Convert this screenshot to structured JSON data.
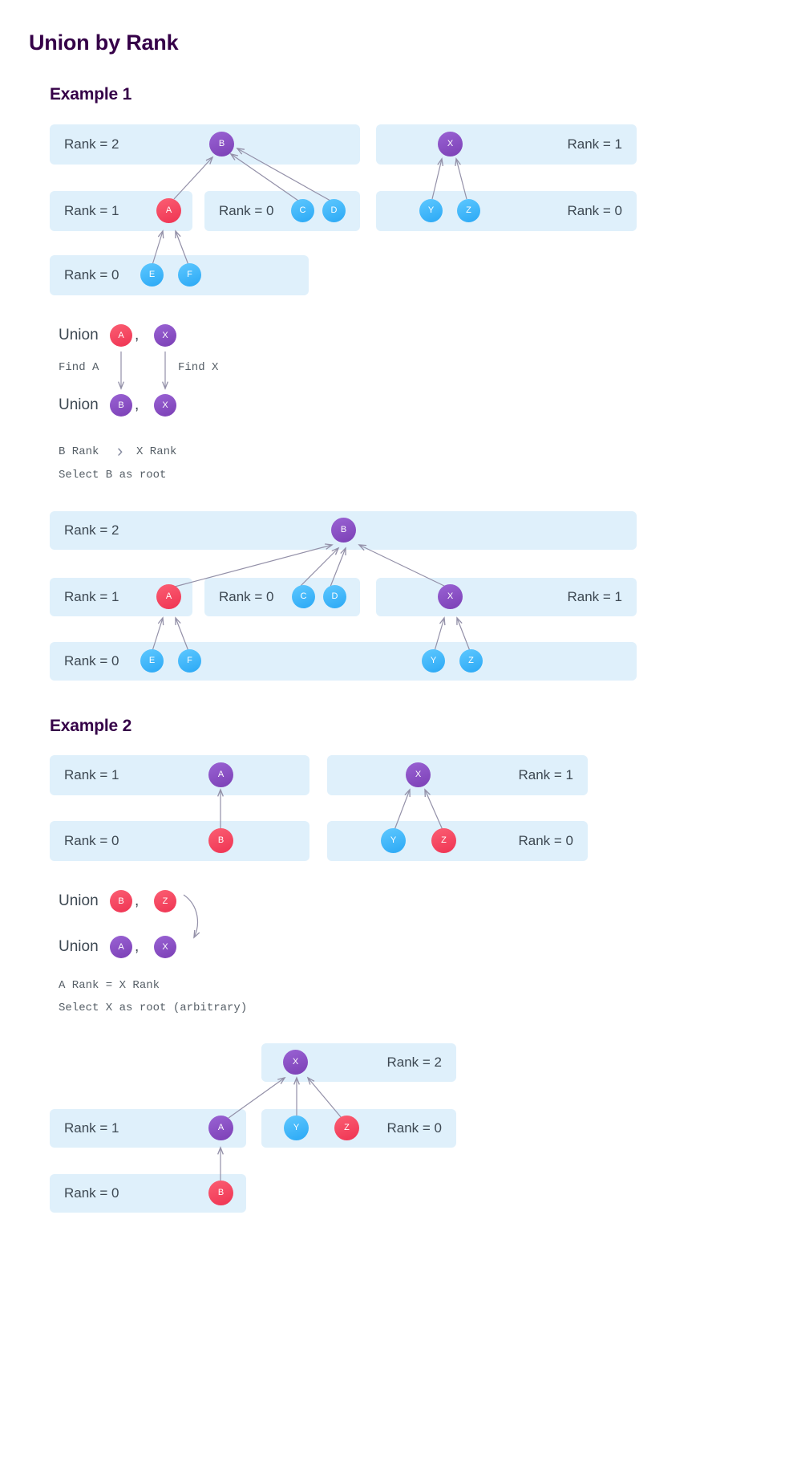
{
  "title": "Union by Rank",
  "colors": {
    "heading": "#350048",
    "strip_bg": "#dff0fb",
    "label_text": "#3d4852",
    "mono_text": "#555e66",
    "arrow": "#9390a8",
    "node_purple": "#7b3fb5",
    "node_blue": "#2aa8f5",
    "node_red": "#ef3352"
  },
  "example1": {
    "heading": "Example 1",
    "tree_left": {
      "strips": [
        {
          "label": "Rank = 2",
          "align": "left"
        },
        {
          "label": "Rank = 1",
          "align": "left"
        },
        {
          "label": "Rank = 0",
          "align": "left"
        },
        {
          "label": "Rank = 0",
          "align": "left"
        }
      ],
      "nodes": [
        {
          "id": "B",
          "color": "purple"
        },
        {
          "id": "A",
          "color": "red"
        },
        {
          "id": "C",
          "color": "blue"
        },
        {
          "id": "D",
          "color": "blue"
        },
        {
          "id": "E",
          "color": "blue"
        },
        {
          "id": "F",
          "color": "blue"
        }
      ]
    },
    "tree_right": {
      "strips": [
        {
          "label": "Rank = 1",
          "align": "right"
        },
        {
          "label": "Rank = 0",
          "align": "right"
        }
      ],
      "nodes": [
        {
          "id": "X",
          "color": "purple"
        },
        {
          "id": "Y",
          "color": "blue"
        },
        {
          "id": "Z",
          "color": "blue"
        }
      ]
    },
    "union_step1": {
      "word": "Union",
      "comma": ",",
      "arg1": {
        "id": "A",
        "color": "red"
      },
      "arg2": {
        "id": "X",
        "color": "purple"
      }
    },
    "find_left": "Find A",
    "find_right": "Find X",
    "union_step2": {
      "word": "Union",
      "comma": ",",
      "arg1": {
        "id": "B",
        "color": "purple"
      },
      "arg2": {
        "id": "X",
        "color": "purple"
      }
    },
    "rule_line1_a": "B Rank",
    "rule_line1_op": "›",
    "rule_line1_b": "X Rank",
    "rule_line2": "Select B as root",
    "merged": {
      "strips": [
        {
          "label": "Rank = 2",
          "align": "left"
        },
        {
          "label": "Rank = 1",
          "align": "left"
        },
        {
          "label": "Rank = 0",
          "align": "left"
        },
        {
          "label": "Rank = 1",
          "align": "right"
        },
        {
          "label": "Rank = 0",
          "align": "left"
        }
      ],
      "nodes": [
        {
          "id": "B",
          "color": "purple"
        },
        {
          "id": "A",
          "color": "red"
        },
        {
          "id": "C",
          "color": "blue"
        },
        {
          "id": "D",
          "color": "blue"
        },
        {
          "id": "X",
          "color": "purple"
        },
        {
          "id": "E",
          "color": "blue"
        },
        {
          "id": "F",
          "color": "blue"
        },
        {
          "id": "Y",
          "color": "blue"
        },
        {
          "id": "Z",
          "color": "blue"
        }
      ]
    }
  },
  "example2": {
    "heading": "Example 2",
    "tree_left": {
      "strips": [
        {
          "label": "Rank = 1",
          "align": "left"
        },
        {
          "label": "Rank = 0",
          "align": "left"
        }
      ],
      "nodes": [
        {
          "id": "A",
          "color": "purple"
        },
        {
          "id": "B",
          "color": "red"
        }
      ]
    },
    "tree_right": {
      "strips": [
        {
          "label": "Rank = 1",
          "align": "right"
        },
        {
          "label": "Rank = 0",
          "align": "right"
        }
      ],
      "nodes": [
        {
          "id": "X",
          "color": "purple"
        },
        {
          "id": "Y",
          "color": "blue"
        },
        {
          "id": "Z",
          "color": "red"
        }
      ]
    },
    "union_step1": {
      "word": "Union",
      "comma": ",",
      "arg1": {
        "id": "B",
        "color": "red"
      },
      "arg2": {
        "id": "Z",
        "color": "red"
      }
    },
    "union_step2": {
      "word": "Union",
      "comma": ",",
      "arg1": {
        "id": "A",
        "color": "purple"
      },
      "arg2": {
        "id": "X",
        "color": "purple"
      }
    },
    "rule_line1": "A Rank = X Rank",
    "rule_line2": "Select X as root (arbitrary)",
    "merged": {
      "strips": [
        {
          "label": "Rank = 2",
          "align": "right"
        },
        {
          "label": "Rank = 1",
          "align": "left"
        },
        {
          "label": "Rank = 0",
          "align": "right"
        },
        {
          "label": "Rank = 0",
          "align": "left"
        }
      ],
      "nodes": [
        {
          "id": "X",
          "color": "purple"
        },
        {
          "id": "A",
          "color": "purple"
        },
        {
          "id": "Y",
          "color": "blue"
        },
        {
          "id": "Z",
          "color": "red"
        },
        {
          "id": "B",
          "color": "red"
        }
      ]
    }
  }
}
